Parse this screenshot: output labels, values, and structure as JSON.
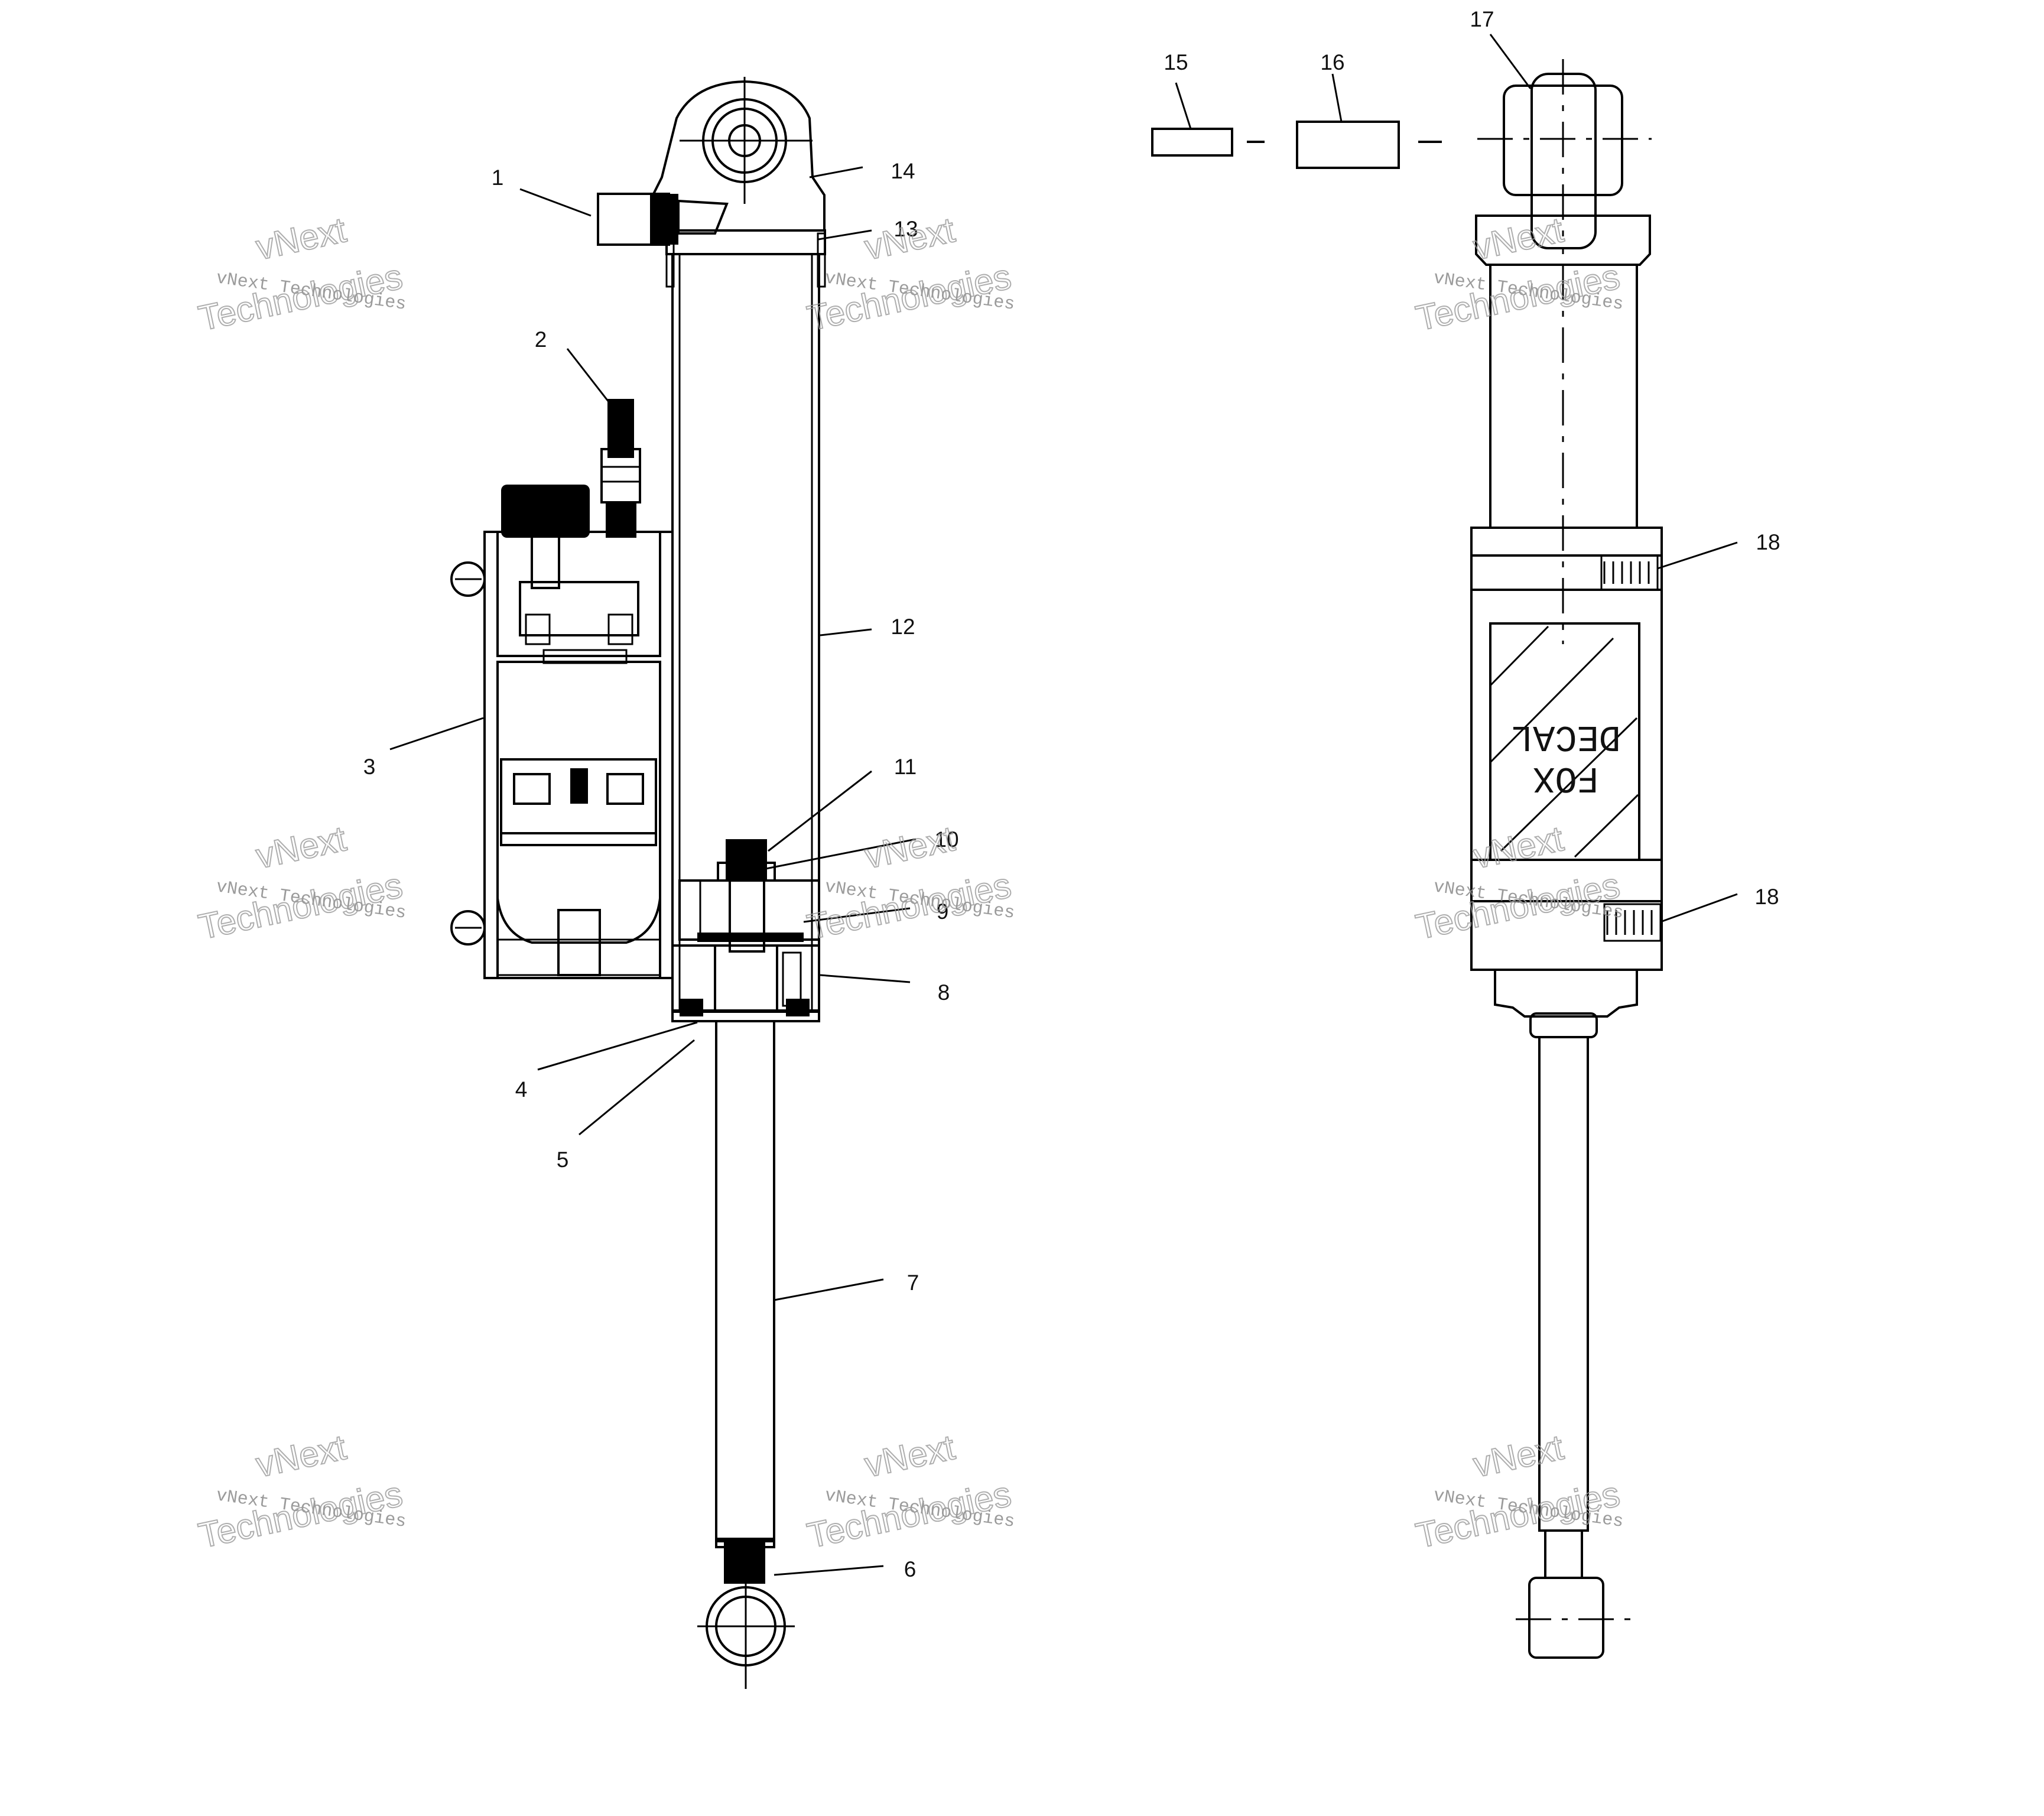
{
  "callouts": [
    {
      "id": "1",
      "label": "1"
    },
    {
      "id": "2",
      "label": "2"
    },
    {
      "id": "3",
      "label": "3"
    },
    {
      "id": "4",
      "label": "4"
    },
    {
      "id": "5",
      "label": "5"
    },
    {
      "id": "6",
      "label": "6"
    },
    {
      "id": "7",
      "label": "7"
    },
    {
      "id": "8",
      "label": "8"
    },
    {
      "id": "9",
      "label": "9"
    },
    {
      "id": "10",
      "label": "10"
    },
    {
      "id": "11",
      "label": "11"
    },
    {
      "id": "12",
      "label": "12"
    },
    {
      "id": "13",
      "label": "13"
    },
    {
      "id": "14",
      "label": "14"
    },
    {
      "id": "15",
      "label": "15"
    },
    {
      "id": "16",
      "label": "16"
    },
    {
      "id": "17",
      "label": "17"
    },
    {
      "id": "18a",
      "label": "18"
    },
    {
      "id": "18b",
      "label": "18"
    }
  ],
  "decal_text": {
    "line1": "FOX",
    "line2": "DECAL"
  },
  "watermark": {
    "line1": "vNext Technologies",
    "word1": "vNext",
    "word2": "Technologies"
  }
}
